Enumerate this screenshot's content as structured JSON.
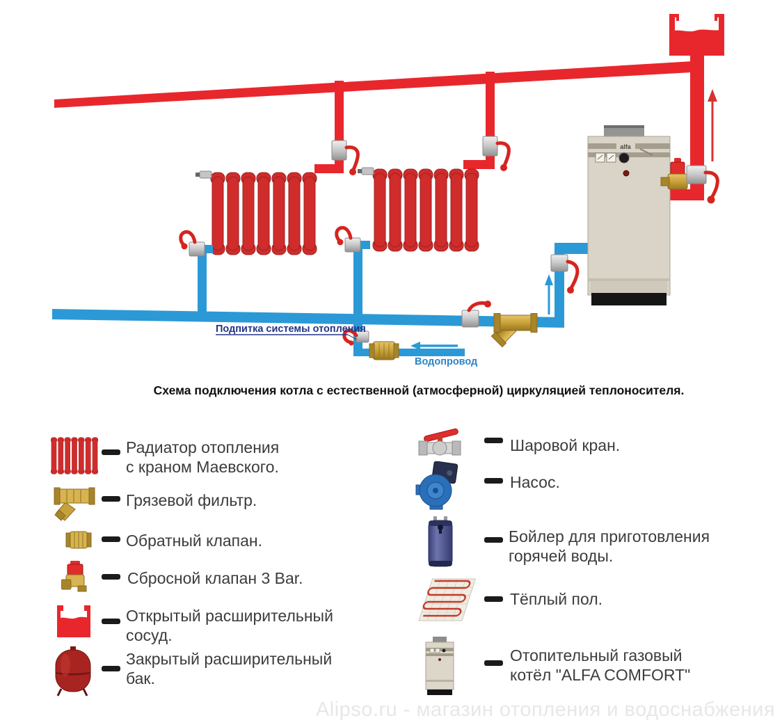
{
  "page": {
    "caption": "Схема подключения котла с естественной (атмосферной) циркуляцией теплоносителя.",
    "watermark": "Alipso.ru - магазин отопления и водоснабжения"
  },
  "diagram": {
    "labels": {
      "makeup_line": "Подпитка системы отопления",
      "water_supply": "Водопровод"
    },
    "boiler_brand": "alfa",
    "colors": {
      "supply_pipe": "#e8272d",
      "return_pipe": "#2b99d6",
      "radiator": "#d02c2c",
      "brass": "#c8a13a",
      "boiler_body": "#d9d4c7"
    }
  },
  "legend": {
    "left": [
      {
        "icon": "radiator-icon",
        "label": "Радиатор отопления\nс краном Маевского."
      },
      {
        "icon": "dirt-filter-icon",
        "label": "Грязевой фильтр."
      },
      {
        "icon": "check-valve-icon",
        "label": "Обратный клапан."
      },
      {
        "icon": "relief-valve-icon",
        "label": "Сбросной клапан 3 Bar."
      },
      {
        "icon": "open-expansion-vessel-icon",
        "label": "Открытый расширительный\nсосуд."
      },
      {
        "icon": "closed-expansion-tank-icon",
        "label": "Закрытый расширительный\nбак."
      }
    ],
    "right": [
      {
        "icon": "ball-valve-icon",
        "label": "Шаровой кран."
      },
      {
        "icon": "pump-icon",
        "label": "Насос."
      },
      {
        "icon": "hot-water-boiler-icon",
        "label": "Бойлер для приготовления\nгорячей воды."
      },
      {
        "icon": "warm-floor-icon",
        "label": "Тёплый пол."
      },
      {
        "icon": "gas-boiler-icon",
        "label": "Отопительный газовый\nкотёл \"ALFA COMFORT\""
      }
    ]
  }
}
